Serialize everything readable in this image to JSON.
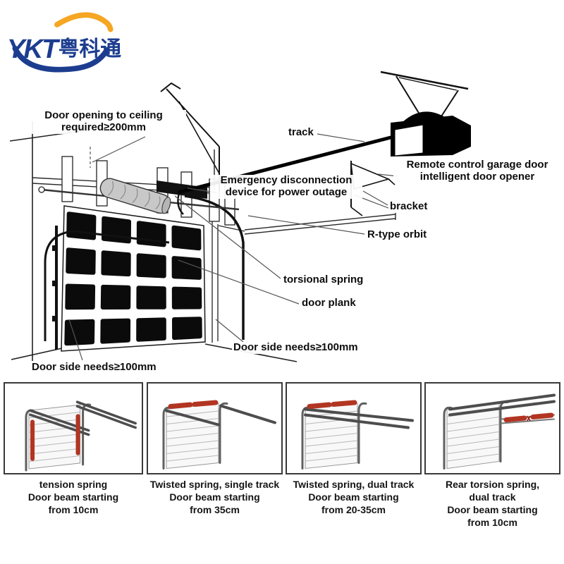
{
  "logo": {
    "latin": "YKT",
    "chinese": "粤科通"
  },
  "colors": {
    "spring_red": "#b23522",
    "spring_red_dark": "#8f2516",
    "track_gray": "#4d4d4d",
    "rail_gray": "#606060",
    "line_black": "#141414",
    "logo_blue": "#1c3d8f",
    "logo_orange": "#f5a623"
  },
  "diagram": {
    "labels": {
      "door_opening": "Door opening to ceiling\nrequired≥200mm",
      "track": "track",
      "emergency": "Emergency disconnection\ndevice for power outage",
      "remote": "Remote control garage door\nintelligent door opener",
      "bracket": "bracket",
      "r_orbit": "R-type orbit",
      "torsional_spring": "torsional spring",
      "door_plank": "door plank",
      "door_side_right": "Door side needs≥100mm",
      "door_side_left": "Door side needs≥100mm"
    }
  },
  "panels": [
    {
      "type": "tension",
      "caption": "tension spring\nDoor beam starting\nfrom 10cm"
    },
    {
      "type": "single",
      "caption": "Twisted spring, single track\nDoor beam starting\nfrom 35cm"
    },
    {
      "type": "dual",
      "caption": "Twisted spring, dual track\nDoor beam starting\nfrom 20-35cm"
    },
    {
      "type": "rear",
      "caption": "Rear torsion spring,\ndual track\nDoor beam starting\nfrom 10cm"
    }
  ]
}
